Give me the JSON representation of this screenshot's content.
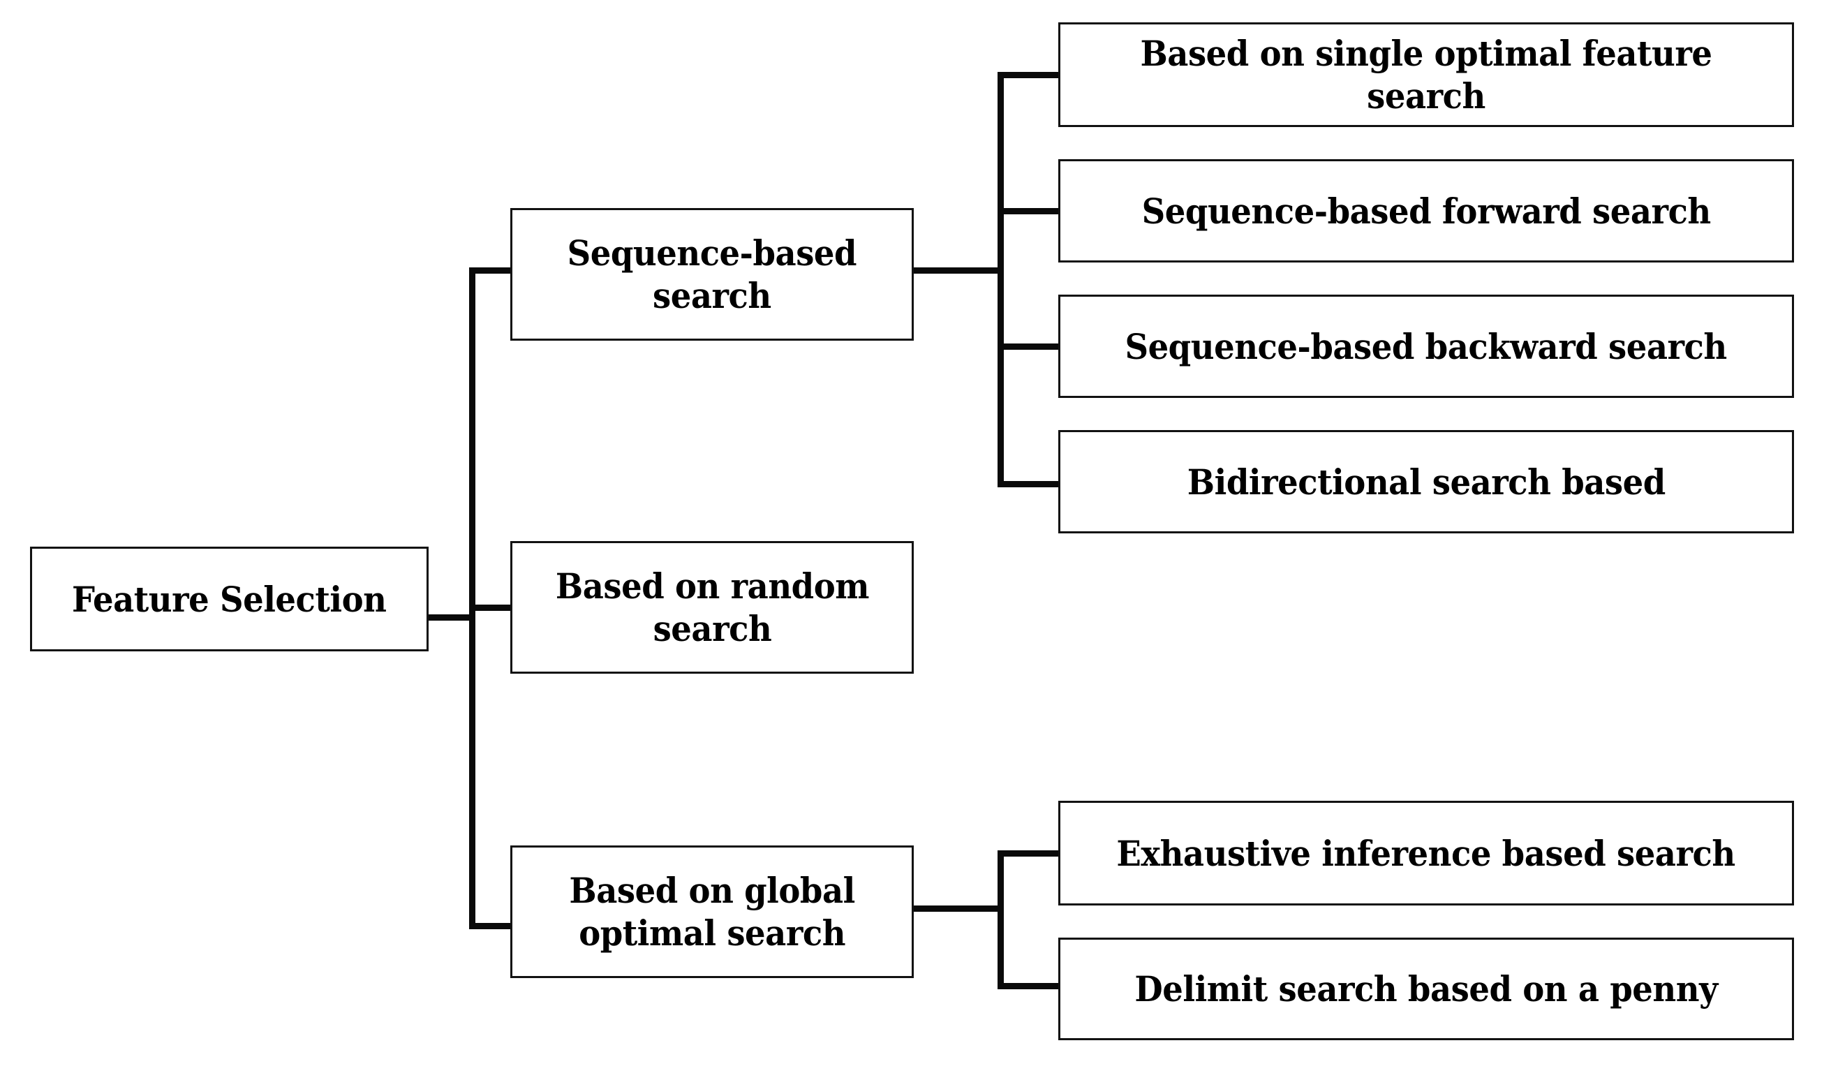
{
  "diagram": {
    "type": "tree",
    "title": "Feature Selection taxonomy",
    "colors": {
      "background": "#ffffff",
      "box_border": "#121212",
      "connector": "#0a0a0a",
      "text": "#000000"
    },
    "root": {
      "label": "Feature Selection"
    },
    "level2": [
      {
        "id": "sequence",
        "label": "Sequence-based\nsearch"
      },
      {
        "id": "random",
        "label": "Based on random\nsearch"
      },
      {
        "id": "global",
        "label": "Based on global\noptimal search"
      }
    ],
    "level3": [
      {
        "parent": "sequence",
        "label": "Based on single optimal feature search"
      },
      {
        "parent": "sequence",
        "label": "Sequence-based forward search"
      },
      {
        "parent": "sequence",
        "label": "Sequence-based backward search"
      },
      {
        "parent": "sequence",
        "label": "Bidirectional search based"
      },
      {
        "parent": "global",
        "label": "Exhaustive inference based search"
      },
      {
        "parent": "global",
        "label": "Delimit search based on a penny"
      }
    ]
  }
}
